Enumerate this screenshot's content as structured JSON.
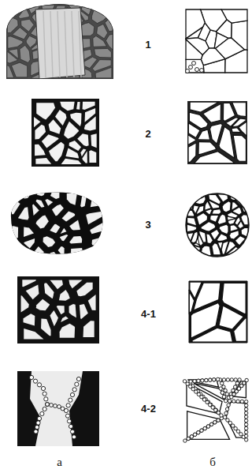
{
  "diagram": {
    "labels": [
      "1",
      "2",
      "3",
      "4-1",
      "4-2",
      "а",
      "б"
    ]
  }
}
